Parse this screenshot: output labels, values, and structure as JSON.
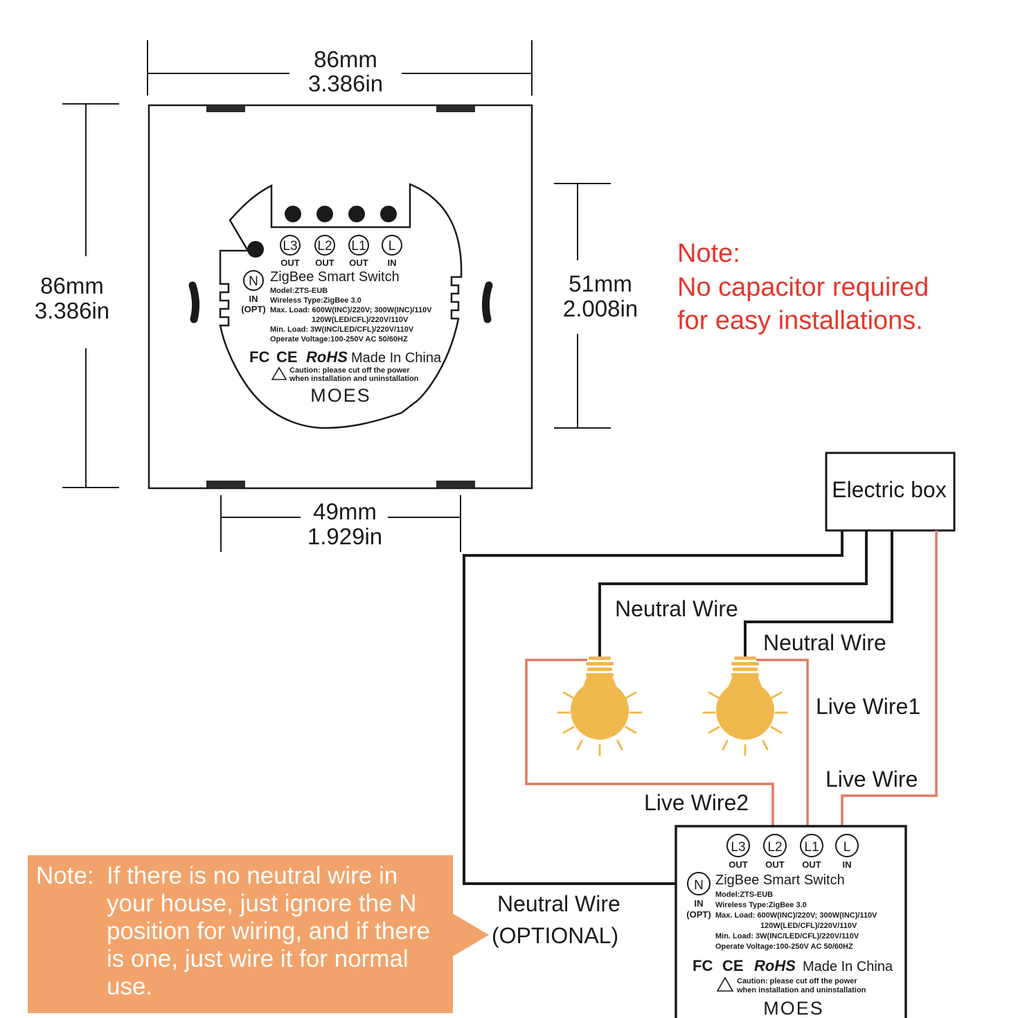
{
  "dimensions": {
    "top_width_mm": "86mm",
    "top_width_in": "3.386in",
    "left_height_mm": "86mm",
    "left_height_in": "3.386in",
    "module_height_mm": "51mm",
    "module_height_in": "2.008in",
    "module_width_mm": "49mm",
    "module_width_in": "1.929in"
  },
  "note_red": {
    "title": "Note:",
    "line1": "No capacitor required",
    "line2": "for easy installations."
  },
  "module": {
    "terminals": [
      "L3",
      "L2",
      "L1",
      "L"
    ],
    "terminal_sub": [
      "OUT",
      "OUT",
      "OUT",
      "IN"
    ],
    "neutral": "N",
    "neutral_in": "IN",
    "neutral_opt": "(OPT)",
    "title": "ZigBee Smart Switch",
    "model": "Model:ZTS-EUB",
    "wireless": "Wireless Type:ZigBee 3.0",
    "max_load_1": "Max. Load: 600W(INC)/220V; 300W(INC)/110V",
    "max_load_2": "120W(LED/CFL)/220V/110V",
    "min_load": "Min. Load: 3W(INC/LED/CFL)/220V/110V",
    "voltage": "Operate Voltage:100-250V AC 50/60HZ",
    "cert_fc": "FC",
    "cert_ce": "CE",
    "cert_rohs": "RoHS",
    "made_in": "Made In China",
    "caution_1": "Caution: please cut off the power",
    "caution_2": "when installation and uninstallation",
    "brand": "MOES"
  },
  "wiring": {
    "electric_box": "Electric box",
    "neutral_wire_1": "Neutral Wire",
    "neutral_wire_2": "Neutral Wire",
    "live_wire_1": "Live Wire1",
    "live_wire": "Live Wire",
    "live_wire_2": "Live Wire2",
    "neutral_optional_1": "Neutral Wire",
    "neutral_optional_2": "(OPTIONAL)"
  },
  "note_box": {
    "label": "Note:",
    "text": "If there is no neutral wire in your house, just ignore the N position for wiring, and if there is one, just wire it for normal use."
  },
  "colors": {
    "line": "#1a1a1a",
    "live_wire": "#e07a5f",
    "bulb": "#f0b94d",
    "note_red": "#e5362b",
    "note_box_bg": "#f2a36b"
  }
}
